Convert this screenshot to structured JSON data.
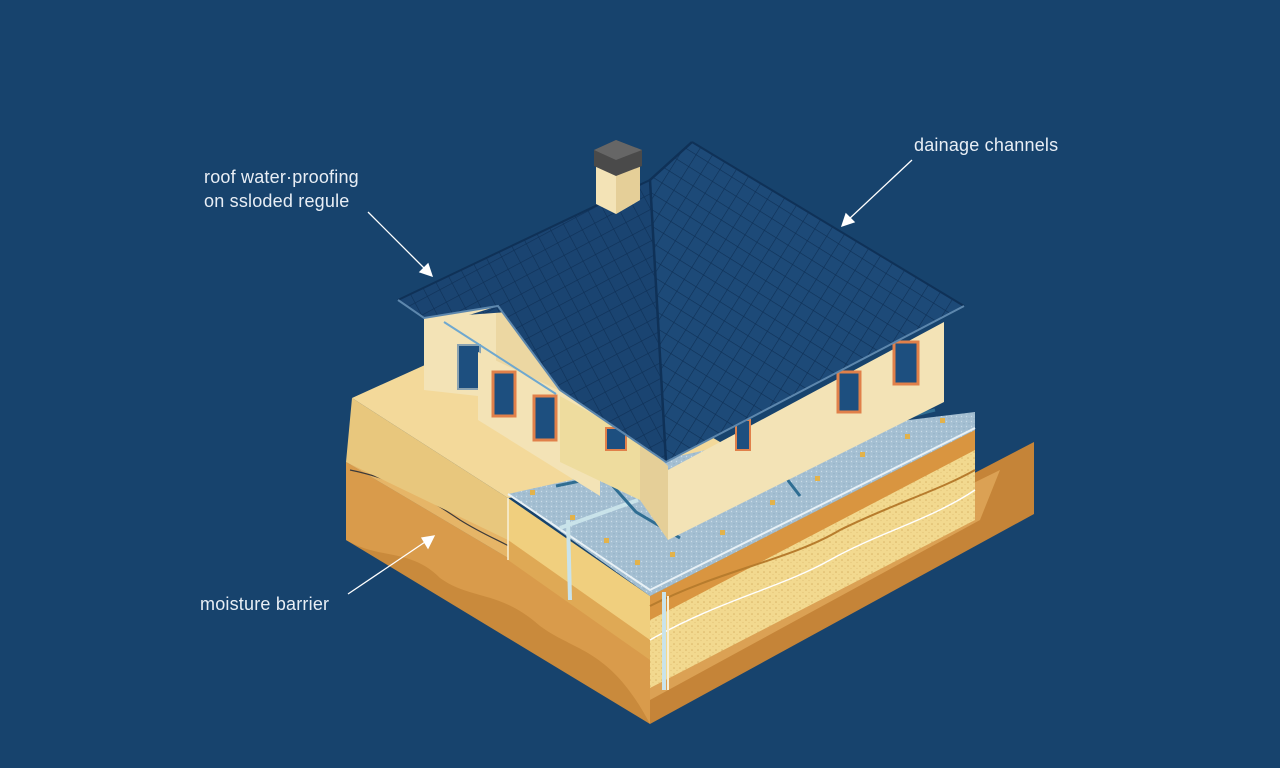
{
  "diagram": {
    "labels": {
      "roof": [
        "roof water·proofing",
        "on ssloded regule"
      ],
      "drainage": "dainage channels",
      "moisture": "moisture barrier"
    },
    "colors": {
      "background": "#17436d",
      "roof": "#1d4a78",
      "roof_lines": "#0f3157",
      "wall": "#f3e3b6",
      "wall_shade": "#e5cf98",
      "soil_light": "#f0cf7e",
      "soil_mid": "#dfa955",
      "soil_dark": "#c98a3c",
      "membrane": "#8fb0c7",
      "window_frame": "#e0804a",
      "window_glass": "#1d4f7f",
      "pipe": "#c9e3ea",
      "marker": "#e3b24a"
    }
  }
}
